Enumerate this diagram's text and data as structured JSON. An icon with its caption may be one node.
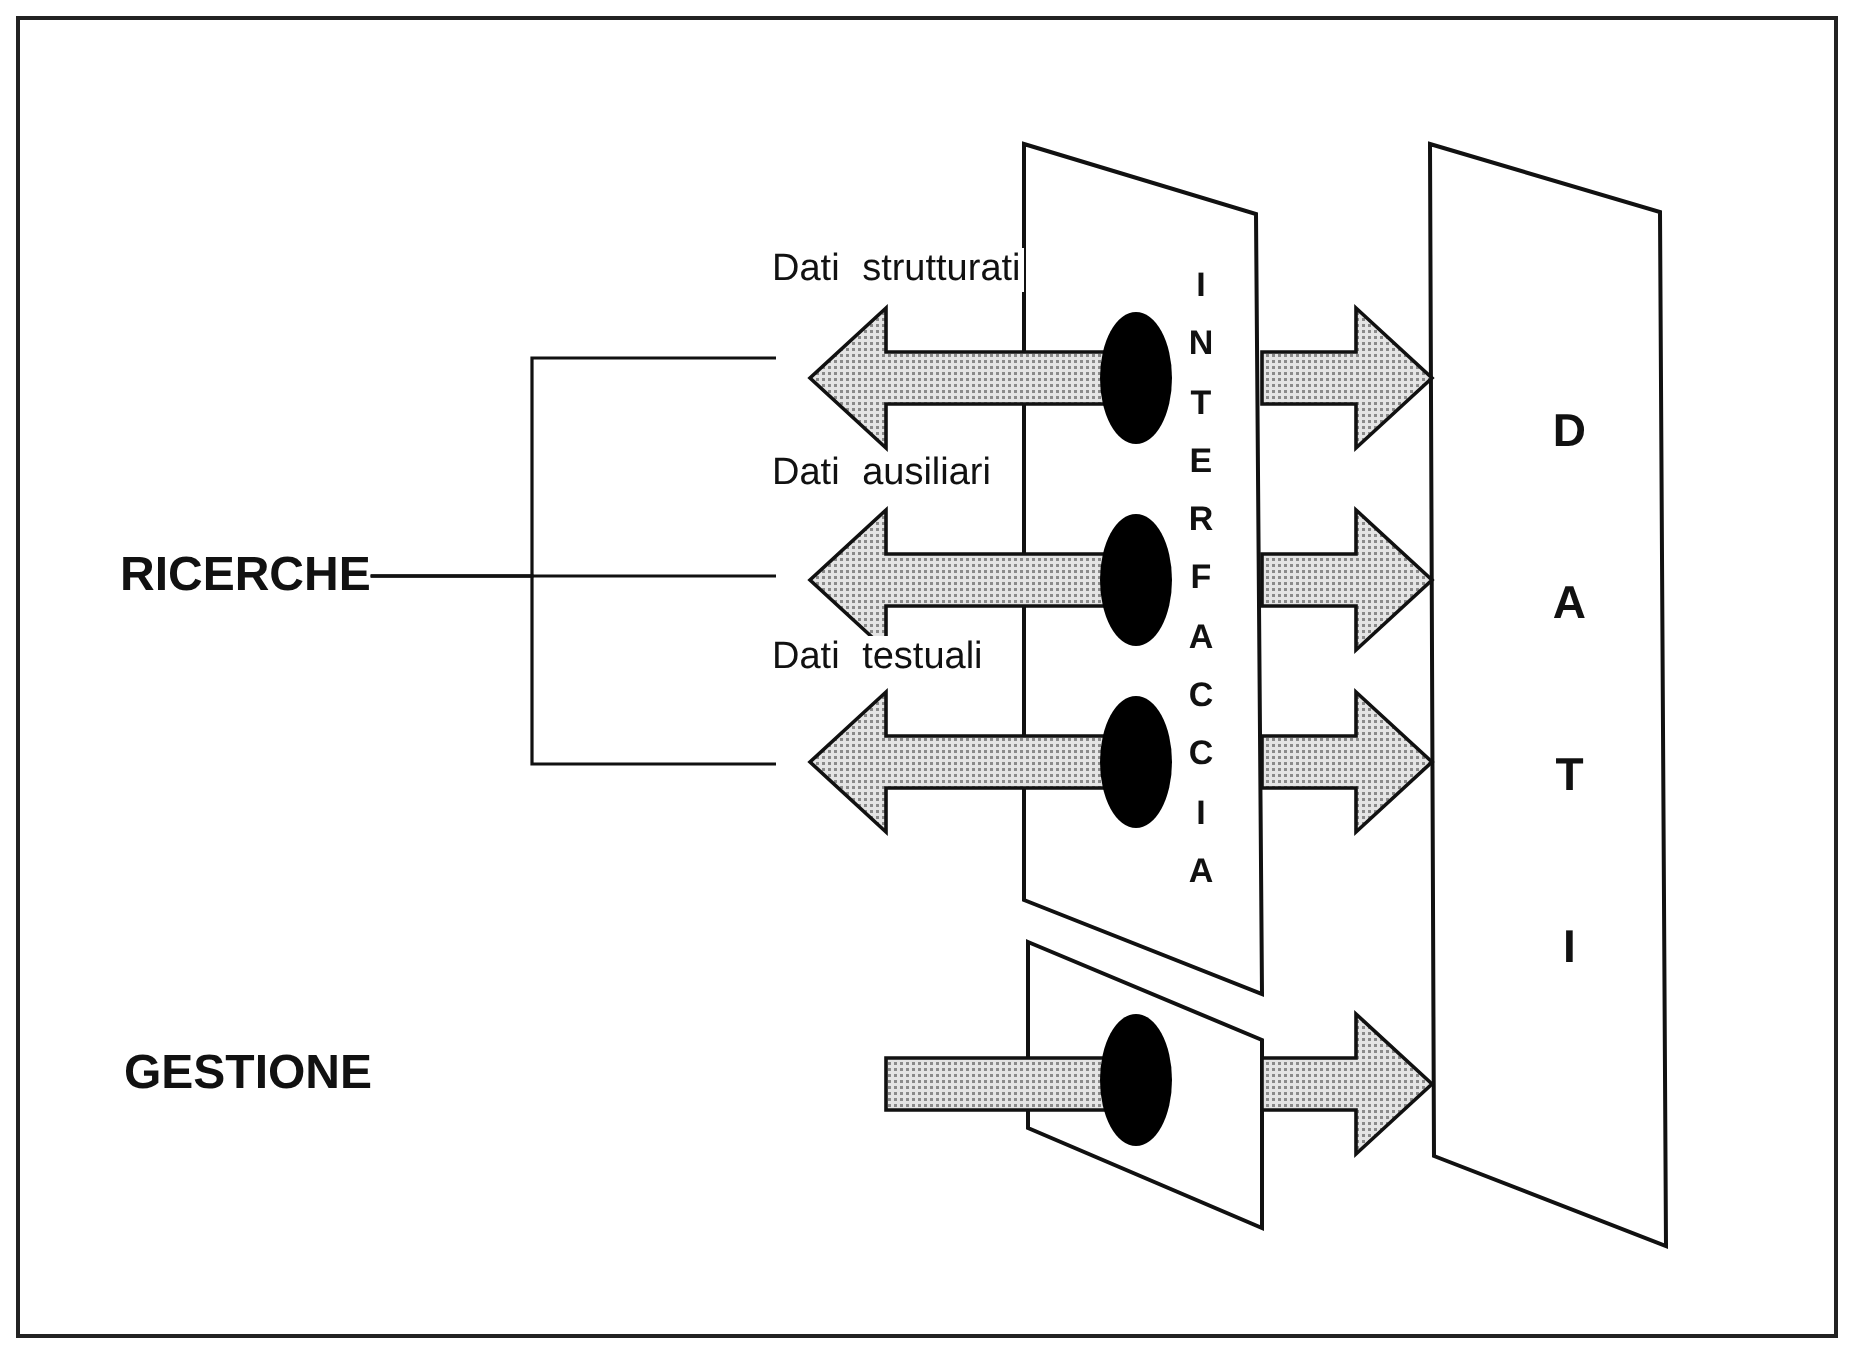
{
  "diagram": {
    "nodes": [
      {
        "text": [
          "RICERCHE"
        ]
      },
      {
        "text": [
          "GESTIONE"
        ]
      },
      {
        "text": [
          "INTERFACCIA"
        ]
      },
      {
        "text": [
          "DATI"
        ]
      },
      {
        "text": [],
        "shape": "box"
      },
      {
        "text": [],
        "shape": "ellipse",
        "in": 2
      },
      {
        "text": [],
        "shape": "ellipse",
        "in": 2
      },
      {
        "text": [],
        "shape": "ellipse",
        "in": 2
      },
      {
        "text": [],
        "shape": "ellipse",
        "in": 4
      }
    ],
    "edges": [
      {
        "from": 0,
        "to": null,
        "arrow": "none"
      },
      {
        "from": 0,
        "to": null,
        "arrow": "none"
      },
      {
        "from": 0,
        "to": null,
        "arrow": "none"
      },
      {
        "from": 5,
        "to": null,
        "arrow": "to",
        "label": "Dati strutturati",
        "style": "thick"
      },
      {
        "from": 6,
        "to": null,
        "arrow": "to",
        "label": "Dati ausiliari",
        "style": "thick"
      },
      {
        "from": 7,
        "to": null,
        "arrow": "to",
        "label": "Dati testuali",
        "style": "thick"
      },
      {
        "from": 2,
        "to": 3,
        "arrow": "to",
        "style": "thick"
      },
      {
        "from": 2,
        "to": 3,
        "arrow": "to",
        "style": "thick"
      },
      {
        "from": 2,
        "to": 3,
        "arrow": "to",
        "style": "thick"
      },
      {
        "from": null,
        "to": 8,
        "arrow": "none",
        "style": "thick"
      },
      {
        "from": 4,
        "to": 3,
        "arrow": "to",
        "style": "thick"
      }
    ]
  }
}
